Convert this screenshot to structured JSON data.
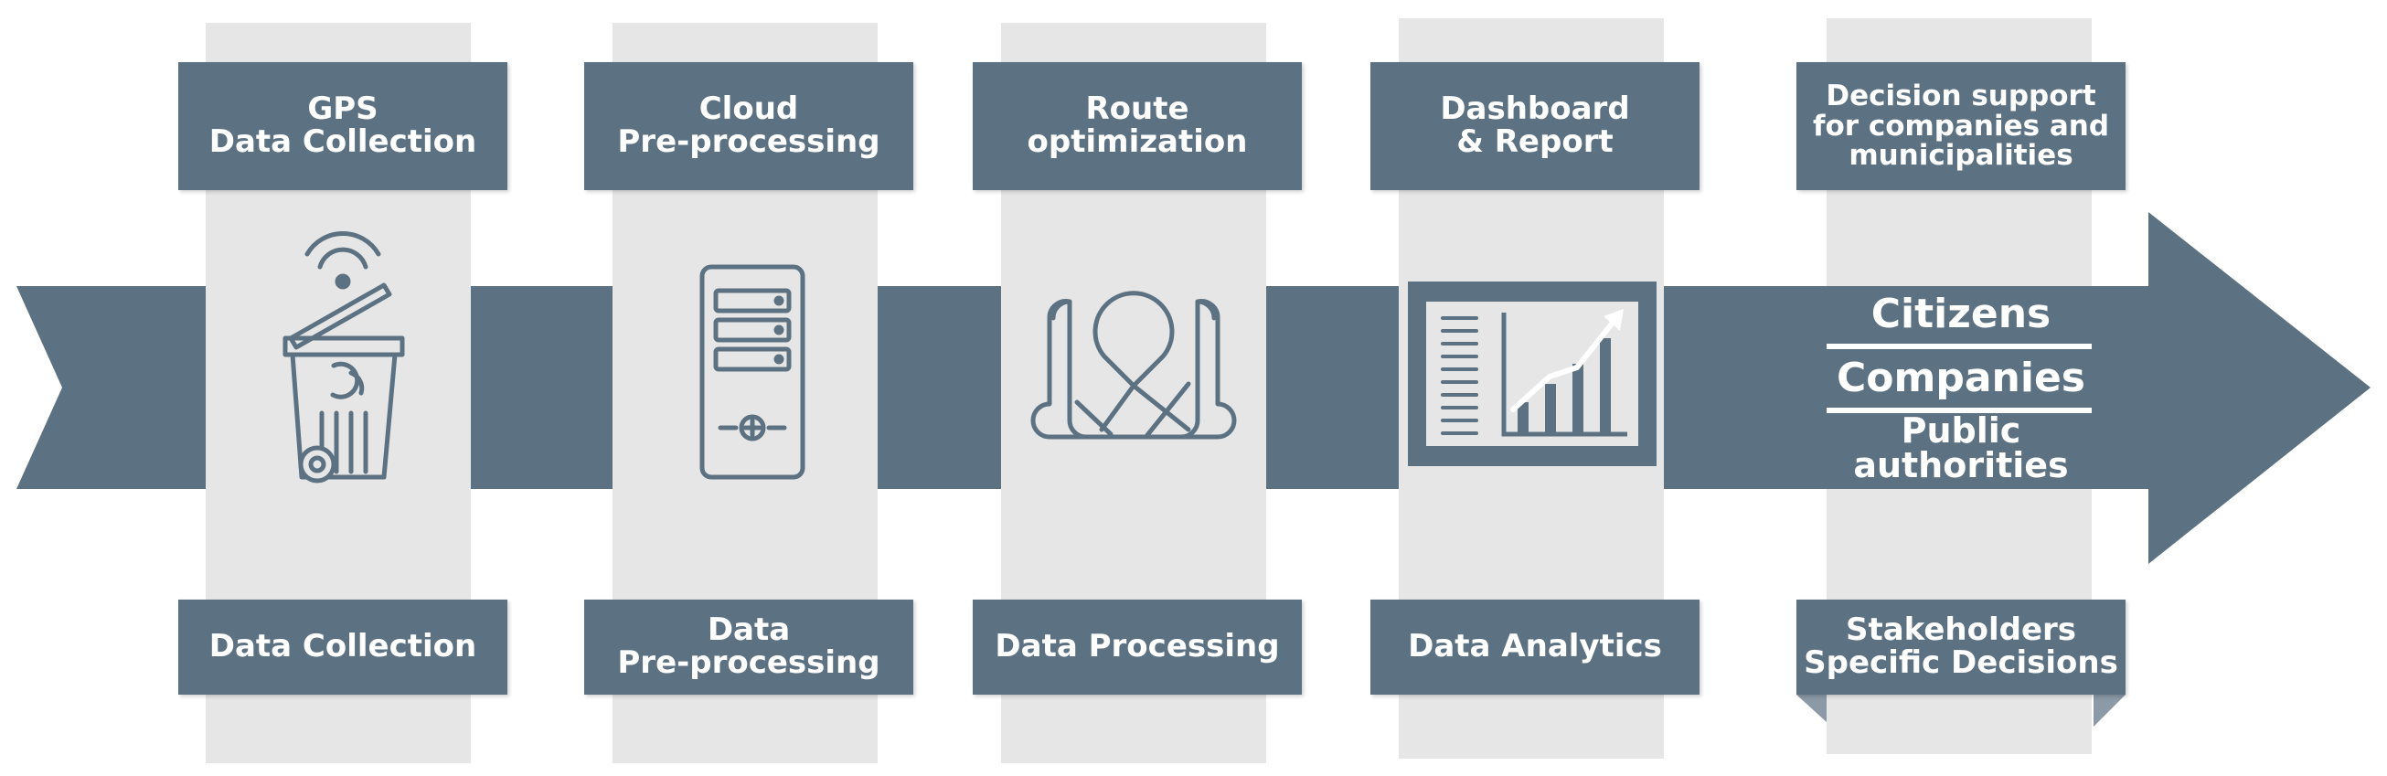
{
  "colors": {
    "slate": "#5c7282",
    "column": "#e6e6e6",
    "icon_stroke": "#5c7282",
    "text": "#ffffff"
  },
  "stages": [
    {
      "top_label": "GPS\nData  Collection",
      "bottom_label": "Data Collection",
      "icon": "smart-bin-wifi-icon"
    },
    {
      "top_label": "Cloud\nPre-processing",
      "bottom_label": "Data\nPre-processing",
      "icon": "server-tower-icon"
    },
    {
      "top_label": "Route\noptimization",
      "bottom_label": "Data Processing",
      "icon": "map-pin-icon"
    },
    {
      "top_label": "Dashboard\n& Report",
      "bottom_label": "Data Analytics",
      "icon": "dashboard-chart-icon"
    },
    {
      "top_label": "Decision support\nfor companies and\nmunicipalities",
      "bottom_label": "Stakeholders\nSpecific Decisions",
      "icon": ""
    }
  ],
  "stakeholders": [
    "Citizens",
    "Companies",
    "Public\nauthorities"
  ]
}
